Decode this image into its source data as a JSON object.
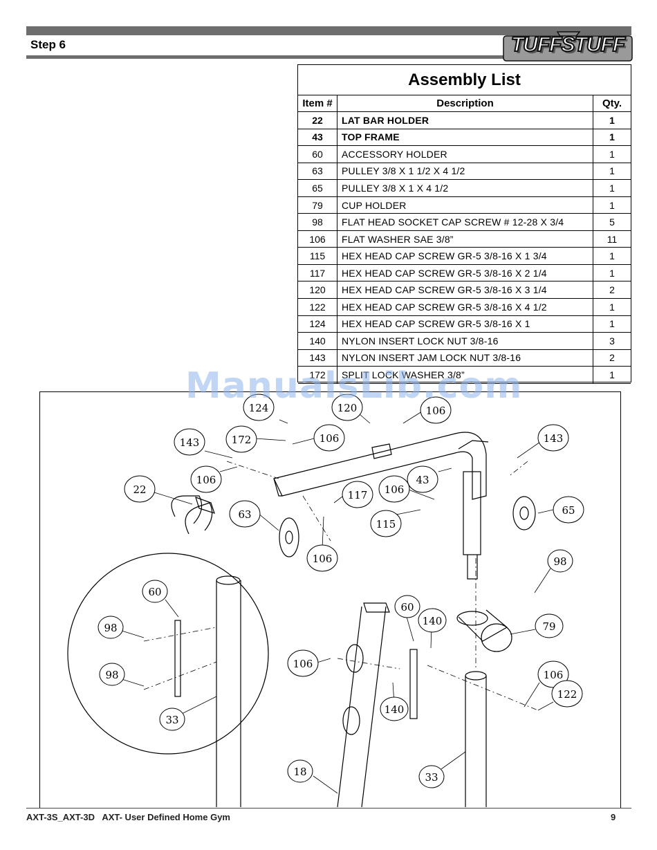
{
  "header": {
    "step_title": "Step 6",
    "logo_text": "TUFFSTUFF"
  },
  "assembly_list": {
    "title": "Assembly List",
    "columns": [
      "Item #",
      "Description",
      "Qty."
    ],
    "rows": [
      {
        "item": "22",
        "description": "LAT BAR HOLDER",
        "qty": "1"
      },
      {
        "item": "43",
        "description": "TOP FRAME",
        "qty": "1"
      },
      {
        "item": "60",
        "description": "ACCESSORY HOLDER",
        "qty": "1"
      },
      {
        "item": "63",
        "description": "PULLEY 3/8 X 1 1/2 X 4 1/2",
        "qty": "1"
      },
      {
        "item": "65",
        "description": "PULLEY 3/8 X 1 X 4 1/2",
        "qty": "1"
      },
      {
        "item": "79",
        "description": "CUP HOLDER",
        "qty": "1"
      },
      {
        "item": "98",
        "description": "FLAT HEAD SOCKET CAP SCREW # 12-28 X 3/4",
        "qty": "5"
      },
      {
        "item": "106",
        "description": "FLAT WASHER SAE 3/8”",
        "qty": "11"
      },
      {
        "item": "115",
        "description": "HEX HEAD CAP SCREW GR-5 3/8-16 X 1 3/4",
        "qty": "1"
      },
      {
        "item": "117",
        "description": "HEX HEAD CAP SCREW GR-5 3/8-16 X 2 1/4",
        "qty": "1"
      },
      {
        "item": "120",
        "description": "HEX HEAD CAP SCREW GR-5 3/8-16 X 3 1/4",
        "qty": "2"
      },
      {
        "item": "122",
        "description": "HEX HEAD CAP SCREW GR-5 3/8-16 X 4 1/2",
        "qty": "1"
      },
      {
        "item": "124",
        "description": "HEX HEAD CAP SCREW GR-5 3/8-16 X 1",
        "qty": "1"
      },
      {
        "item": "140",
        "description": "NYLON INSERT LOCK NUT 3/8-16",
        "qty": "3"
      },
      {
        "item": "143",
        "description": "NYLON INSERT JAM LOCK NUT 3/8-16",
        "qty": "2"
      },
      {
        "item": "172",
        "description": "SPLIT LOCK WASHER 3/8”",
        "qty": "1"
      }
    ]
  },
  "watermark": "ManualsLib.com",
  "diagram": {
    "callouts": [
      "124",
      "120",
      "106",
      "172",
      "106",
      "143",
      "143",
      "106",
      "22",
      "117",
      "106",
      "43",
      "65",
      "63",
      "115",
      "106",
      "98",
      "60",
      "98",
      "98",
      "33",
      "60",
      "140",
      "106",
      "79",
      "140",
      "106",
      "122",
      "18",
      "33"
    ]
  },
  "footer": {
    "left": "AXT-3S_AXT-3D   AXT- User Defined Home Gym",
    "page": "9"
  }
}
